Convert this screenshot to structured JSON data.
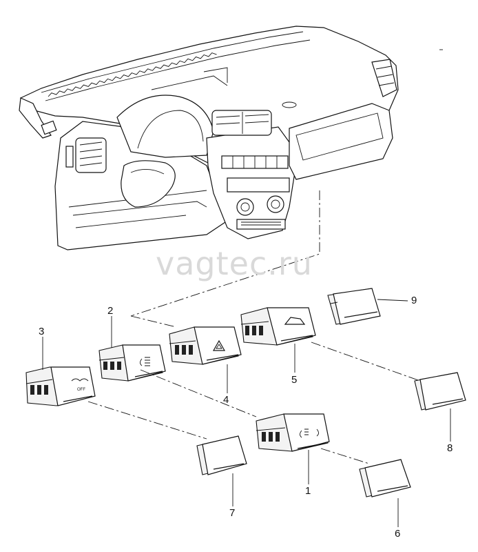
{
  "watermark": "vagtec.ru",
  "callouts": [
    {
      "id": "1",
      "label": "1"
    },
    {
      "id": "2",
      "label": "2"
    },
    {
      "id": "3",
      "label": "3"
    },
    {
      "id": "4",
      "label": "4"
    },
    {
      "id": "5",
      "label": "5"
    },
    {
      "id": "6",
      "label": "6"
    },
    {
      "id": "7",
      "label": "7"
    },
    {
      "id": "8",
      "label": "8"
    },
    {
      "id": "9",
      "label": "9"
    }
  ],
  "button_markings": {
    "esp_switch": "OFF"
  }
}
